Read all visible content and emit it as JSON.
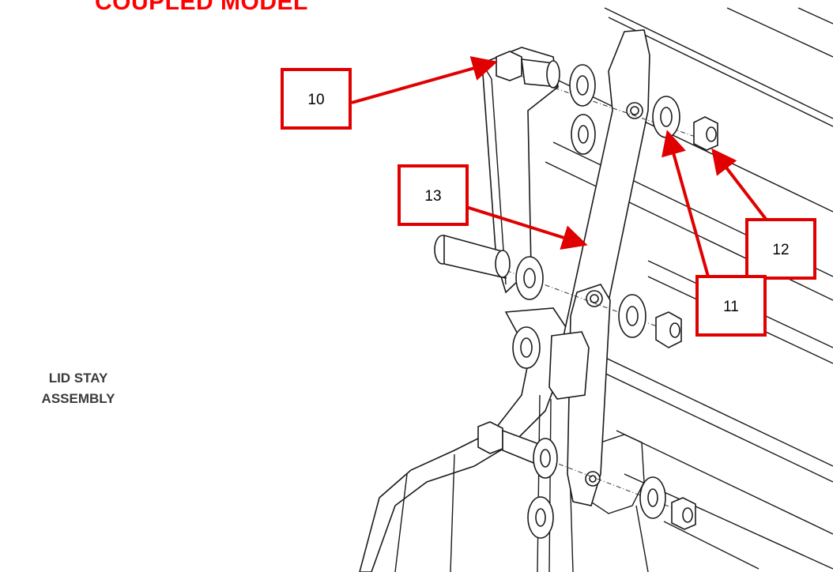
{
  "title": "COUPLED MODEL",
  "caption": {
    "line1": "LID STAY",
    "line2": "ASSEMBLY"
  },
  "callouts": [
    {
      "id": "10",
      "label": "10"
    },
    {
      "id": "13",
      "label": "13"
    },
    {
      "id": "12",
      "label": "12"
    },
    {
      "id": "11",
      "label": "11"
    }
  ],
  "colors": {
    "callout": "#e00000",
    "title": "#ff0000",
    "linework": "#1a1a1a"
  }
}
